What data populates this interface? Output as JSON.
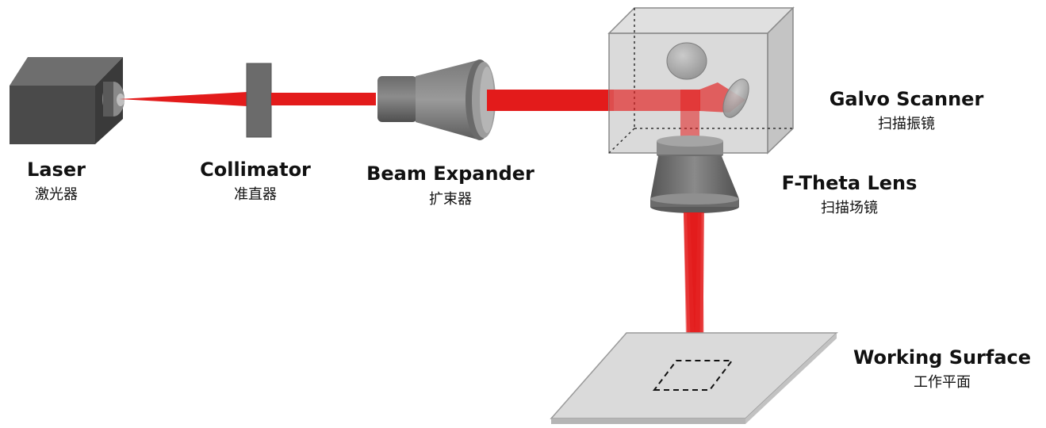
{
  "components": {
    "laser": {
      "name": "Laser",
      "name_zh": "激光器"
    },
    "collimator": {
      "name": "Collimator",
      "name_zh": "准直器"
    },
    "beam_expander": {
      "name": "Beam Expander",
      "name_zh": "扩束器"
    },
    "galvo_scanner": {
      "name": "Galvo Scanner",
      "name_zh": "扫描振镜"
    },
    "f_theta_lens": {
      "name": "F-Theta Lens",
      "name_zh": "扫描场镜"
    },
    "working_surface": {
      "name": "Working Surface",
      "name_zh": "工作平面"
    }
  },
  "colors": {
    "beam": "#e31b1b",
    "body_dark": "#4a4a4a",
    "body_mid": "#707070",
    "body_light": "#9a9a9a",
    "glass_box": "#cfcfcf",
    "surface": "#d8d8d8"
  }
}
